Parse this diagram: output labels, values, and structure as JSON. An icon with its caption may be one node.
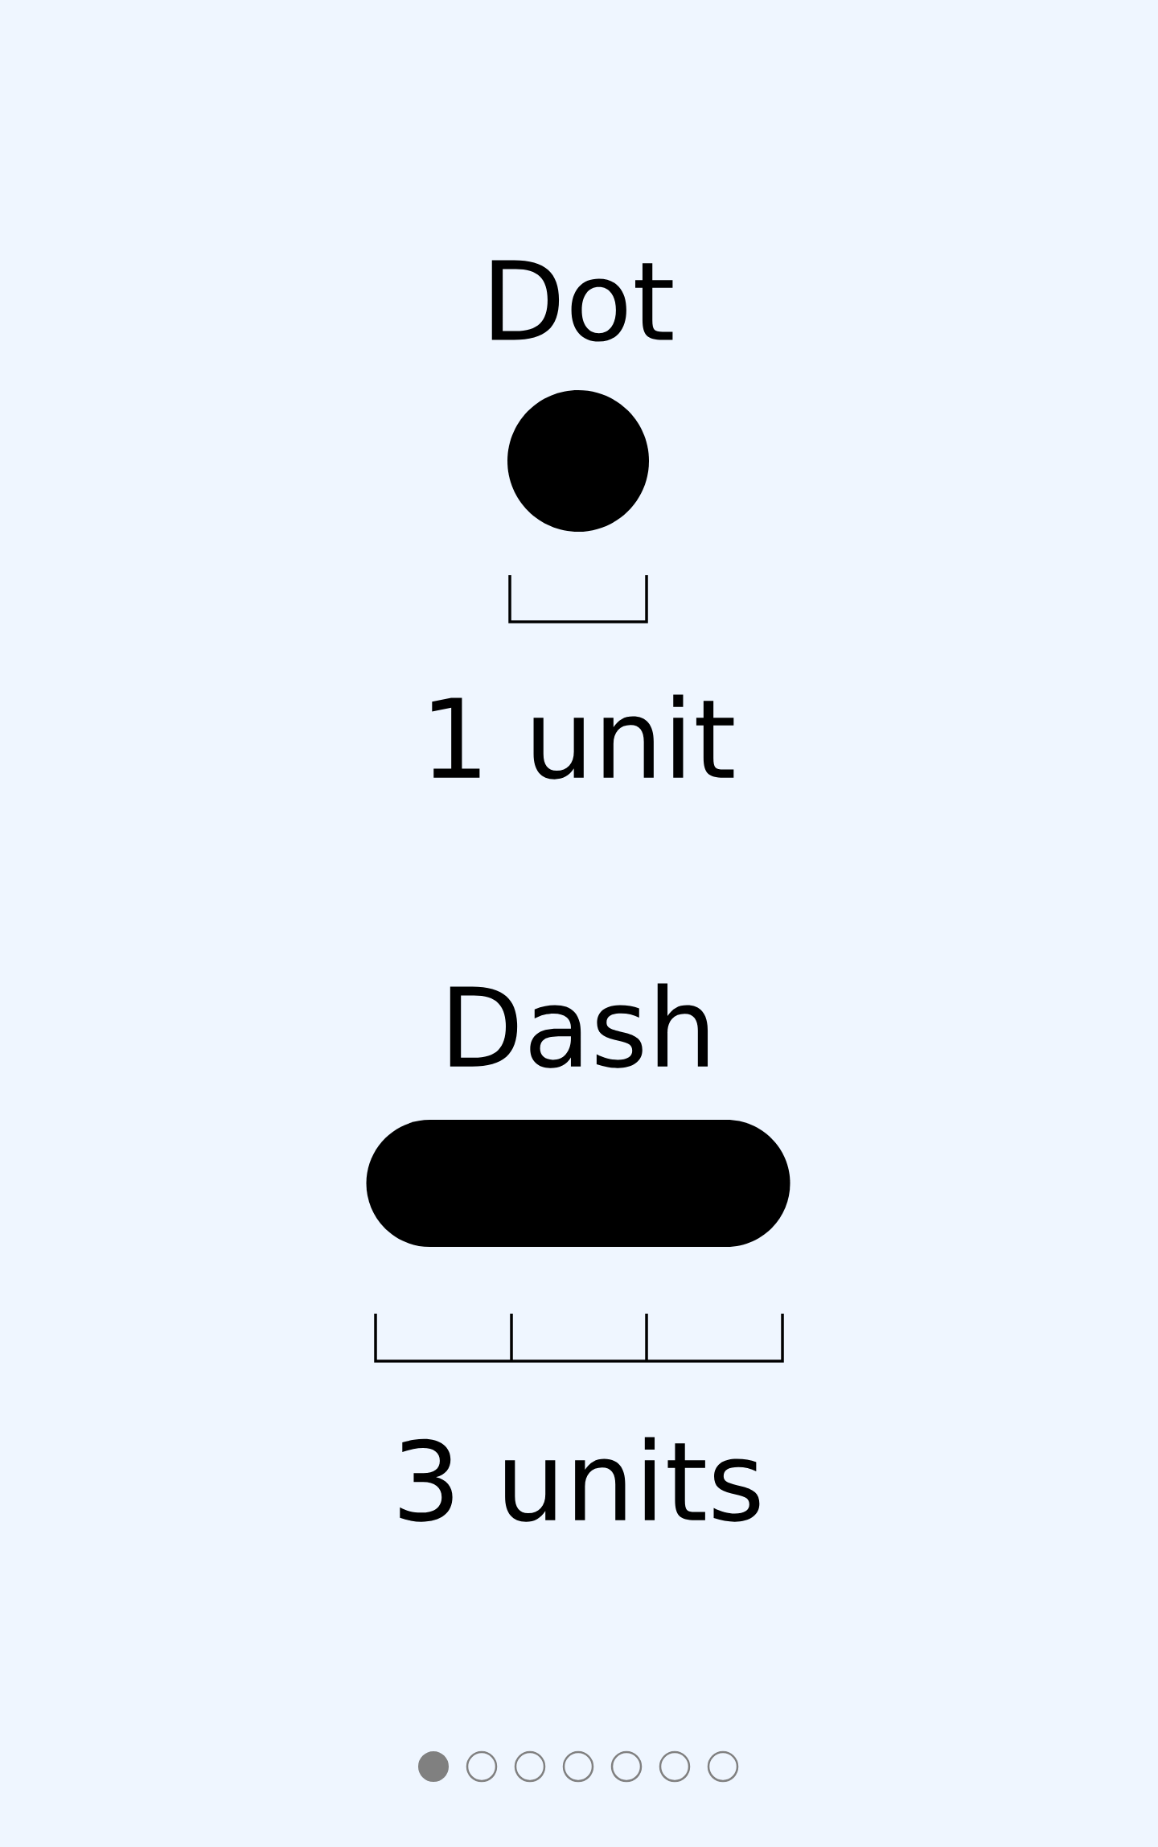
{
  "diagram": {
    "nodes": [
      {
        "text": [],
        "shape": "circle"
      },
      {
        "text": [],
        "shape": "bar"
      }
    ],
    "labels": [
      "Dot",
      "1 unit",
      "Dash",
      "3 units"
    ]
  }
}
